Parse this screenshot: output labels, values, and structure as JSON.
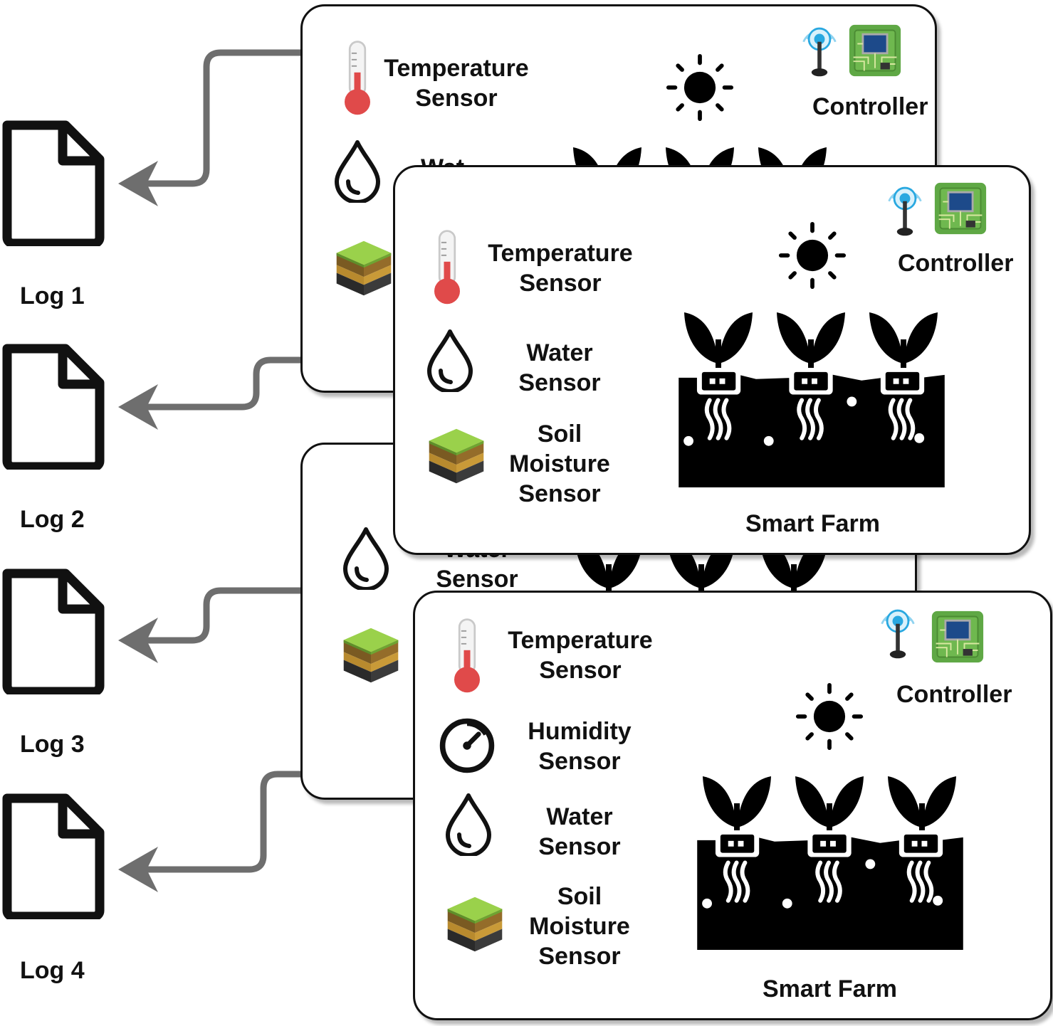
{
  "logs": [
    {
      "label": "Log 1"
    },
    {
      "label": "Log 2"
    },
    {
      "label": "Log 3"
    },
    {
      "label": "Log 4"
    }
  ],
  "farm1": {
    "temperature": [
      "Temperature",
      "Sensor"
    ],
    "controller": "Controller",
    "water_partial": "Wat"
  },
  "farm2": {
    "temperature": [
      "Temperature",
      "Sensor"
    ],
    "water": [
      "Water",
      "Sensor"
    ],
    "soil": [
      "Soil",
      "Moisture",
      "Sensor"
    ],
    "controller": "Controller",
    "farm": "Smart Farm"
  },
  "farm3": {
    "water_partial": [
      "Water",
      "Sensor"
    ]
  },
  "farm4": {
    "temperature": [
      "Temperature",
      "Sensor"
    ],
    "humidity": [
      "Humidity",
      "Sensor"
    ],
    "water": [
      "Water",
      "Sensor"
    ],
    "soil": [
      "Soil",
      "Moisture",
      "Sensor"
    ],
    "controller": "Controller",
    "farm": "Smart Farm"
  },
  "colors": {
    "connector": "#6e6e6e",
    "thermometer": "#e04a4a",
    "soil_top": "#8cc63f",
    "chip": "#5fa845",
    "antenna": "#29a8e0"
  },
  "icons": [
    "document-icon",
    "thermometer-icon",
    "water-drop-icon",
    "soil-layers-icon",
    "humidity-gauge-icon",
    "sun-icon",
    "plant-icon",
    "antenna-icon",
    "chip-icon"
  ]
}
